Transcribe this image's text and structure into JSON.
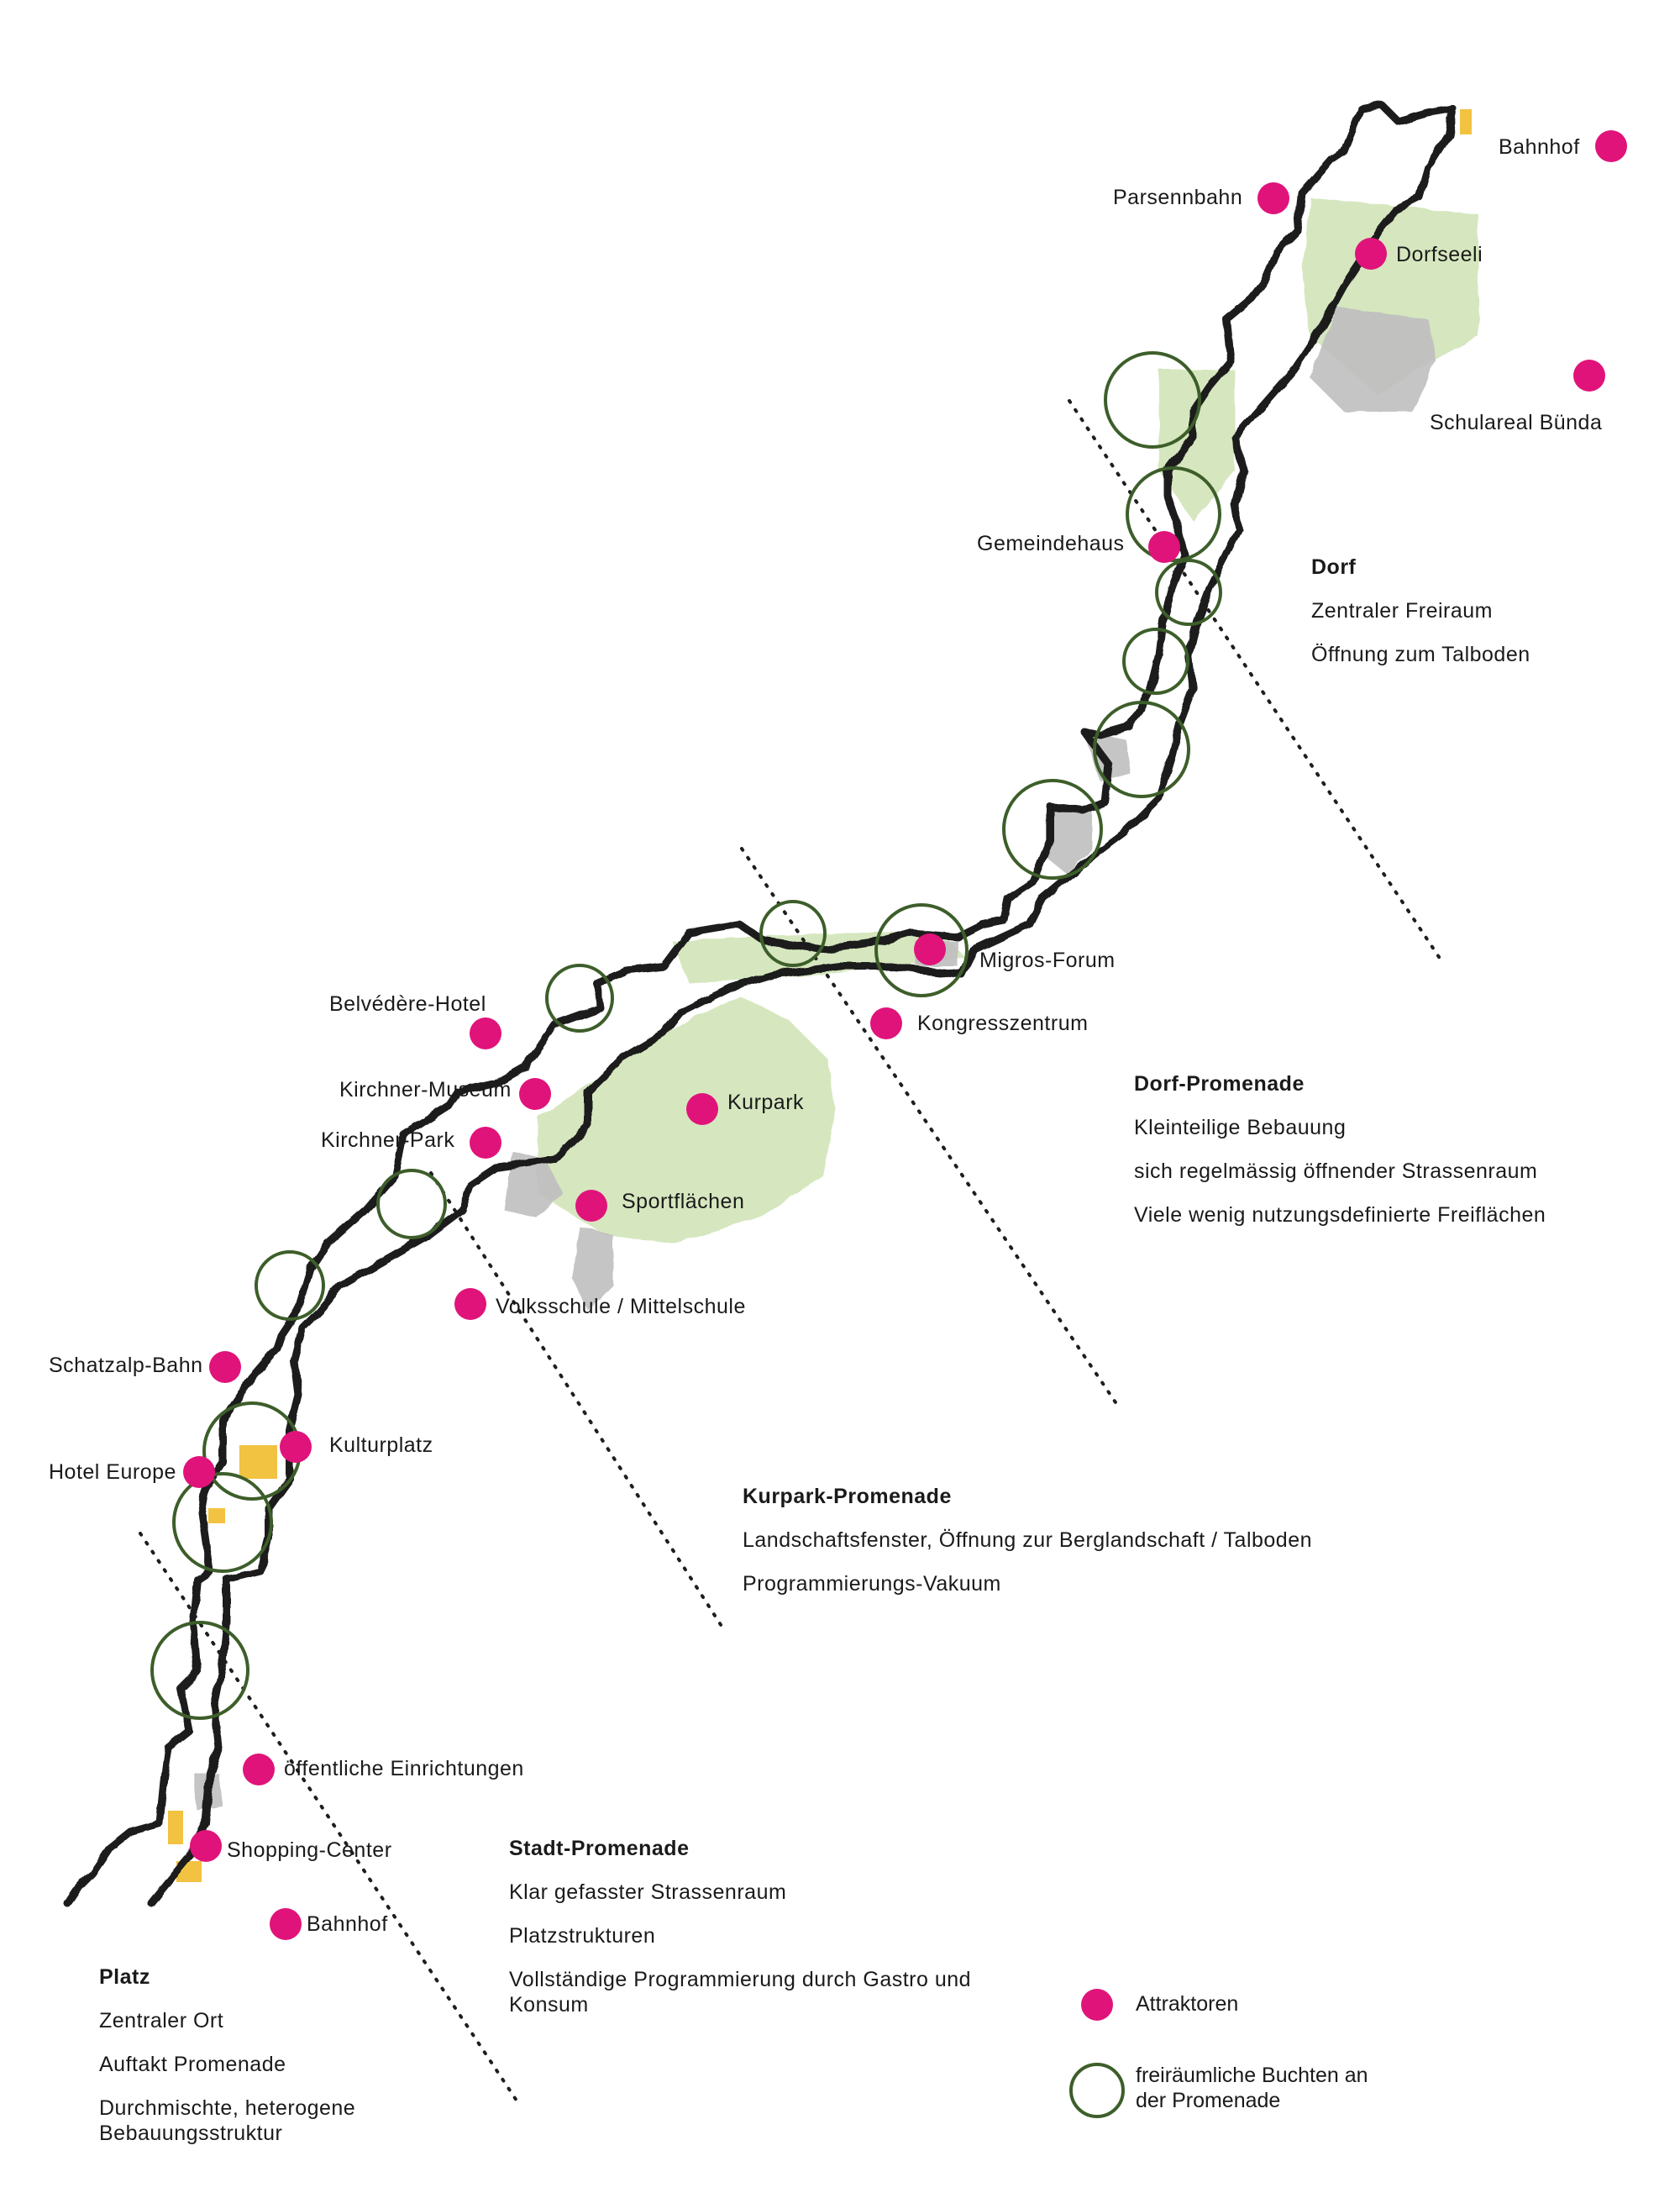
{
  "colors": {
    "attractor": "#e0137a",
    "bay_circle": "#3d5e2a",
    "promenade_outline": "#1e1e1e",
    "green_space": "#cfe3b4",
    "grey_area": "#bfbfbf",
    "yellow_area": "#f2c241"
  },
  "attractors": [
    {
      "id": "bahnhof-north",
      "label": "Bahnhof"
    },
    {
      "id": "parsennbahn",
      "label": "Parsennbahn"
    },
    {
      "id": "dorfseeli",
      "label": "Dorfseeli"
    },
    {
      "id": "schulareal",
      "label": "Schulareal Bünda"
    },
    {
      "id": "gemeindehaus",
      "label": "Gemeindehaus"
    },
    {
      "id": "migros-forum",
      "label": "Migros-Forum"
    },
    {
      "id": "kongresszentrum",
      "label": "Kongresszentrum"
    },
    {
      "id": "belvedere-hotel",
      "label": "Belvédère-Hotel"
    },
    {
      "id": "kirchner-museum",
      "label": "Kirchner-Museum"
    },
    {
      "id": "kirchner-park",
      "label": "Kirchner-Park"
    },
    {
      "id": "kurpark",
      "label": "Kurpark"
    },
    {
      "id": "sportflaechen",
      "label": "Sportflächen"
    },
    {
      "id": "volksschule",
      "label": "Volksschule / Mittelschule"
    },
    {
      "id": "schatzalp-bahn",
      "label": "Schatzalp-Bahn"
    },
    {
      "id": "kulturplatz",
      "label": "Kulturplatz"
    },
    {
      "id": "hotel-europe",
      "label": "Hotel Europe"
    },
    {
      "id": "oeffentliche-einrichtungen",
      "label": "öffentliche Einrichtungen"
    },
    {
      "id": "shopping-center",
      "label": "Shopping-Center"
    },
    {
      "id": "bahnhof-south",
      "label": "Bahnhof"
    }
  ],
  "sections": {
    "dorf": {
      "title": "Dorf",
      "lines": [
        "Zentraler Freiraum",
        "Öffnung zum Talboden"
      ]
    },
    "dorf_promenade": {
      "title": "Dorf-Promenade",
      "lines": [
        "Kleinteilige Bebauung",
        "sich regelmässig öffnender Strassenraum",
        "Viele wenig nutzungsdefinierte Freiflächen"
      ]
    },
    "kurpark_promenade": {
      "title": "Kurpark-Promenade",
      "lines": [
        "Landschaftsfenster, Öffnung zur Berglandschaft / Talboden",
        "Programmierungs-Vakuum"
      ]
    },
    "stadt_promenade": {
      "title": "Stadt-Promenade",
      "lines": [
        "Klar gefasster Strassenraum",
        "Platzstrukturen",
        "Vollständige Programmierung durch Gastro und Konsum"
      ]
    },
    "platz": {
      "title": "Platz",
      "lines": [
        "Zentraler Ort",
        "Auftakt Promenade",
        "Durchmischte,  heterogene Bebauungsstruktur"
      ]
    }
  },
  "legend": {
    "attractors_label": "Attraktoren",
    "bays_label": "freiräumliche Buchten an der Promenade"
  }
}
